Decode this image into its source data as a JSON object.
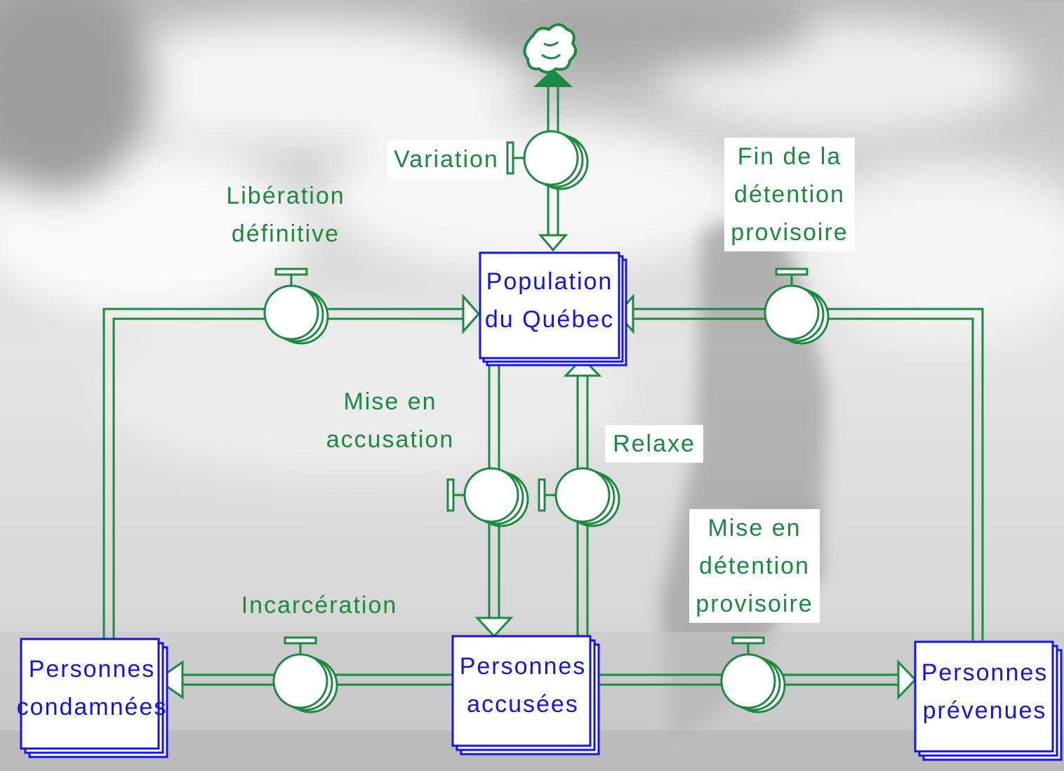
{
  "colors": {
    "flow": "#1a8a3e",
    "stock_border": "#1414e6",
    "stock_text": "#1414e6",
    "label_text": "#1a8a3e"
  },
  "stocks": {
    "population": "Population\ndu Québec",
    "accusees": "Personnes\naccusées",
    "condamnees": "Personnes\ncondamnées",
    "prevenues": "Personnes\nprévenues"
  },
  "flows": {
    "variation": "Variation",
    "liberation": "Libération\ndéfinitive",
    "fin_detention": "Fin de la\ndétention\nprovisoire",
    "mise_accusation": "Mise en\naccusation",
    "relaxe": "Relaxe",
    "incarceration": "Incarcération",
    "mise_detention": "Mise en\ndétention\nprovisoire"
  },
  "icons": {
    "cloud": "cloud-source-icon",
    "valve": "valve-icon"
  }
}
